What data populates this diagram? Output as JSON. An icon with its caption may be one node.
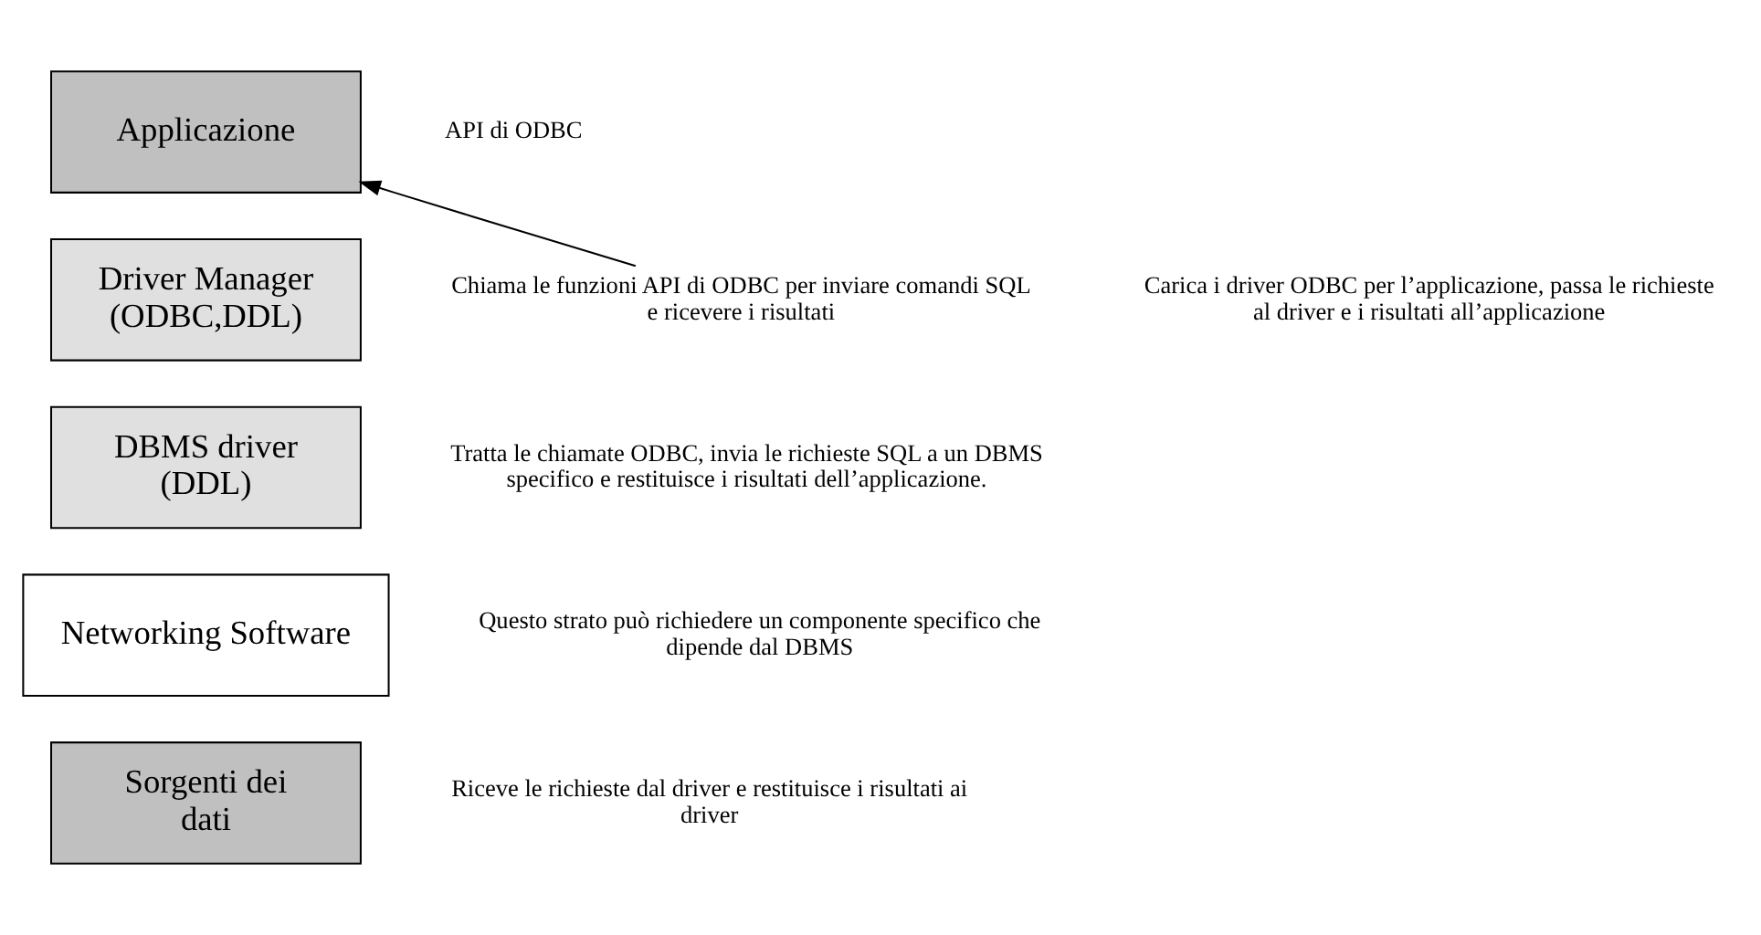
{
  "diagram": {
    "nodes": [
      {
        "text": [
          "Applicazione"
        ]
      },
      {
        "text": [
          "Driver Manager (ODBC,DDL)"
        ]
      },
      {
        "text": [
          "DBMS driver (DDL)"
        ]
      },
      {
        "text": [
          "Networking Software"
        ]
      },
      {
        "text": [
          "Sorgenti dei dati"
        ]
      },
      {
        "text": [
          "Chiama le funzioni API di ODBC per inviare comandi SQL e ricevere i risultati"
        ]
      }
    ],
    "edges": [
      {
        "from": 5,
        "to": 0,
        "arrow": "to"
      }
    ],
    "labels": [
      "API di ODBC",
      "Carica i driver ODBC per l’applicazione, passa le richieste al driver e i risultati all’applicazione",
      "Tratta le chiamate ODBC, invia le richieste SQL a un DBMS specifico e restituisce i risultati dell’applicazione.",
      "Questo strato può richiedere un componente specifico che dipende dal DBMS",
      "Riceve le richieste dal driver e restituisce i risultati ai driver"
    ]
  }
}
